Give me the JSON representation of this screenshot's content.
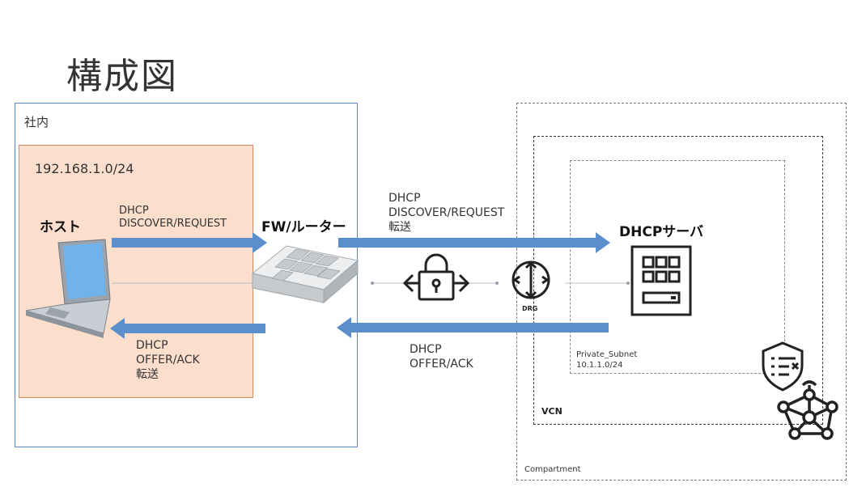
{
  "title": "構成図",
  "office": {
    "label": "社内"
  },
  "lan": {
    "label": "192.168.1.0/24"
  },
  "host": {
    "label": "ホスト"
  },
  "firewall": {
    "label": "FW/ルーター"
  },
  "dhcp_server": {
    "label": "DHCPサーバ"
  },
  "messages": {
    "host_to_fw": [
      "DHCP",
      "DISCOVER/REQUEST"
    ],
    "fw_to_host": [
      "DHCP",
      "OFFER/ACK",
      "転送"
    ],
    "fw_to_server": [
      "DHCP",
      "DISCOVER/REQUEST",
      "転送"
    ],
    "server_to_fw": [
      "DHCP",
      "OFFER/ACK"
    ]
  },
  "oci": {
    "compartment_label": "Compartment",
    "vcn_label": "VCN",
    "subnet_name": "Private_Subnet",
    "subnet_cidr": "10.1.1.0/24",
    "drg_label": "DRG"
  },
  "colors": {
    "arrow": "#5b8fcb",
    "lan_fill": "#fbdfcc",
    "office_border": "#5b87c5"
  },
  "icons": [
    "laptop-icon",
    "firewall-icon",
    "vpn-lock-icon",
    "drg-icon",
    "dhcp-server-icon",
    "security-list-icon",
    "network-icon"
  ]
}
